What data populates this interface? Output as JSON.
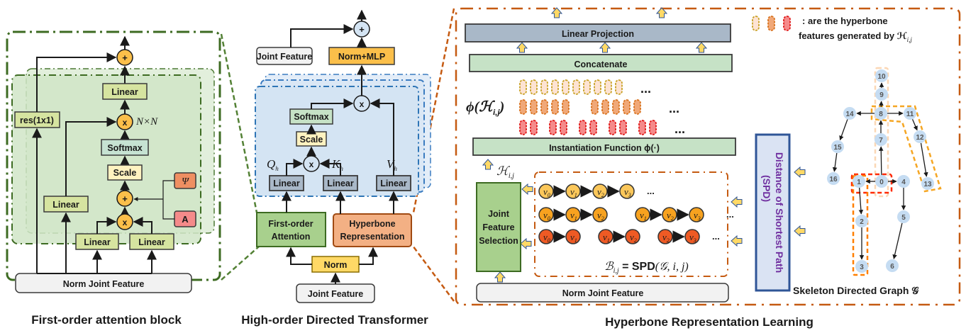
{
  "captions": {
    "left": "First-order attention block",
    "middle": "High-order Directed Transformer",
    "right": "Hyperbone Representation Learning"
  },
  "first_order_block": {
    "plus": "+",
    "linear_top": "Linear",
    "res": "res(1x1)",
    "mult_nn": "x",
    "nn_label": "N×N",
    "softmax": "Softmax",
    "scale": "Scale",
    "plus2": "+",
    "psi": "Ψ",
    "a": "A",
    "linear_left": "Linear",
    "mult2": "x",
    "linear_q": "Linear",
    "linear_k": "Linear",
    "norm_joint_feature": "Norm Joint Feature",
    "colors": {
      "outer_border": "#3d6b22",
      "inner_fill": "#cfe3c5",
      "linear": "#d6e4a0",
      "op": "#fbbf4a",
      "psi": "#ef8f62",
      "a": "#f58a8a"
    }
  },
  "transformer": {
    "plus": "+",
    "joint_feature_top": "Joint Feature",
    "norm_mlp": "Norm+MLP",
    "mult_out": "x",
    "softmax": "Softmax",
    "scale": "Scale",
    "mult_qk": "x",
    "q_label": "Q",
    "k_label": "K",
    "v_label": "V",
    "sub_h": "h",
    "linear_q": "Linear",
    "linear_k": "Linear",
    "linear_v": "Linear",
    "first_order_attention": "First-order Attention",
    "first_order_line1": "First-order",
    "first_order_line2": "Attention",
    "hyperbone_line1": "Hyperbone",
    "hyperbone_line2": "Representation",
    "norm": "Norm",
    "joint_feature_bottom": "Joint Feature",
    "colors": {
      "head_fill": "#d4e4f3",
      "head_border": "#3a7bc0",
      "linear": "#a9b8c8",
      "norm_mlp": "#fbbf4a",
      "first_order": "#a8d08d",
      "hyperbone": "#f3b084",
      "norm": "#ffd966"
    }
  },
  "hyperbone": {
    "linear_projection": "Linear Projection",
    "concatenate": "Concatenate",
    "phi_h": "ϕ(ℋ",
    "phi_h_sub": "i,j",
    "phi_h_close": ")",
    "instantiation_function": "Instantiation Function ϕ(·)",
    "h_ij": "ℋ",
    "h_ij_sub": "i,j",
    "joint_feature_selection_lines": [
      "Joint",
      "Feature",
      "Selection"
    ],
    "b_ij_lhs": "ℬ",
    "b_ij_sub": "i,j",
    "b_ij_eq": " = ",
    "b_ij_spd": "SPD",
    "b_ij_args": "(𝒢, i, j)",
    "norm_joint_feature": "Norm Joint Feature",
    "spd_box_line1": "Distance of Shortest Path",
    "spd_box_line2": "(SPD)",
    "legend_text_line1": ": are the hyperbone",
    "legend_text_line2": "features   generated by ℋ",
    "legend_sub": "i,j",
    "ellipsis": "...",
    "path_rows": [
      {
        "nodes": [
          "0",
          "1",
          "2",
          "3"
        ],
        "groups": [
          [
            0,
            1,
            2,
            3
          ]
        ],
        "color": "#fbc75a"
      },
      {
        "nodes": [
          "0",
          "1",
          "2",
          "1",
          "2",
          "3"
        ],
        "groups": [
          [
            0,
            1,
            2
          ],
          [
            3,
            4,
            5
          ]
        ],
        "color": "#f7a21f"
      },
      {
        "nodes": [
          "0",
          "1",
          "1",
          "2",
          "2",
          "3"
        ],
        "groups": [
          [
            0,
            1
          ],
          [
            2,
            3
          ],
          [
            4,
            5
          ]
        ],
        "color": "#ee5a24"
      }
    ],
    "node_prefix": "v",
    "feature_rows": [
      {
        "counts": [
          10
        ],
        "fill": "#fde3d3",
        "stroke": "#c9a227"
      },
      {
        "counts": [
          5,
          5
        ],
        "fill": "#f0a878",
        "stroke": "#d9731f"
      },
      {
        "counts": [
          2,
          2,
          2,
          2,
          2
        ],
        "fill": "#f58a8a",
        "stroke": "#e01b1b"
      }
    ],
    "colors": {
      "linear_projection": "#a9b8c8",
      "concatenate": "#c6e2c6",
      "instantiation": "#c6e2c6",
      "jfs": "#a8d08d",
      "spd_fill": "#dae3f3",
      "spd_border": "#2f5597",
      "spd_text": "#7030a0",
      "border": "#c55a11",
      "arrow": "#ffd966"
    }
  },
  "skeleton": {
    "title": "Skeleton Directed Graph 𝒢",
    "nodes": [
      "0",
      "1",
      "2",
      "3",
      "4",
      "5",
      "6",
      "7",
      "8",
      "9",
      "10",
      "11",
      "12",
      "13",
      "14",
      "15",
      "16"
    ],
    "edges": [
      [
        0,
        1
      ],
      [
        0,
        4
      ],
      [
        0,
        7
      ],
      [
        1,
        2
      ],
      [
        2,
        3
      ],
      [
        4,
        5
      ],
      [
        5,
        6
      ],
      [
        7,
        8
      ],
      [
        8,
        9
      ],
      [
        9,
        10
      ],
      [
        8,
        11
      ],
      [
        11,
        12
      ],
      [
        12,
        13
      ],
      [
        8,
        14
      ],
      [
        14,
        15
      ],
      [
        15,
        16
      ]
    ],
    "node_fill": "#c5dcf2",
    "node_text": "#555555"
  }
}
